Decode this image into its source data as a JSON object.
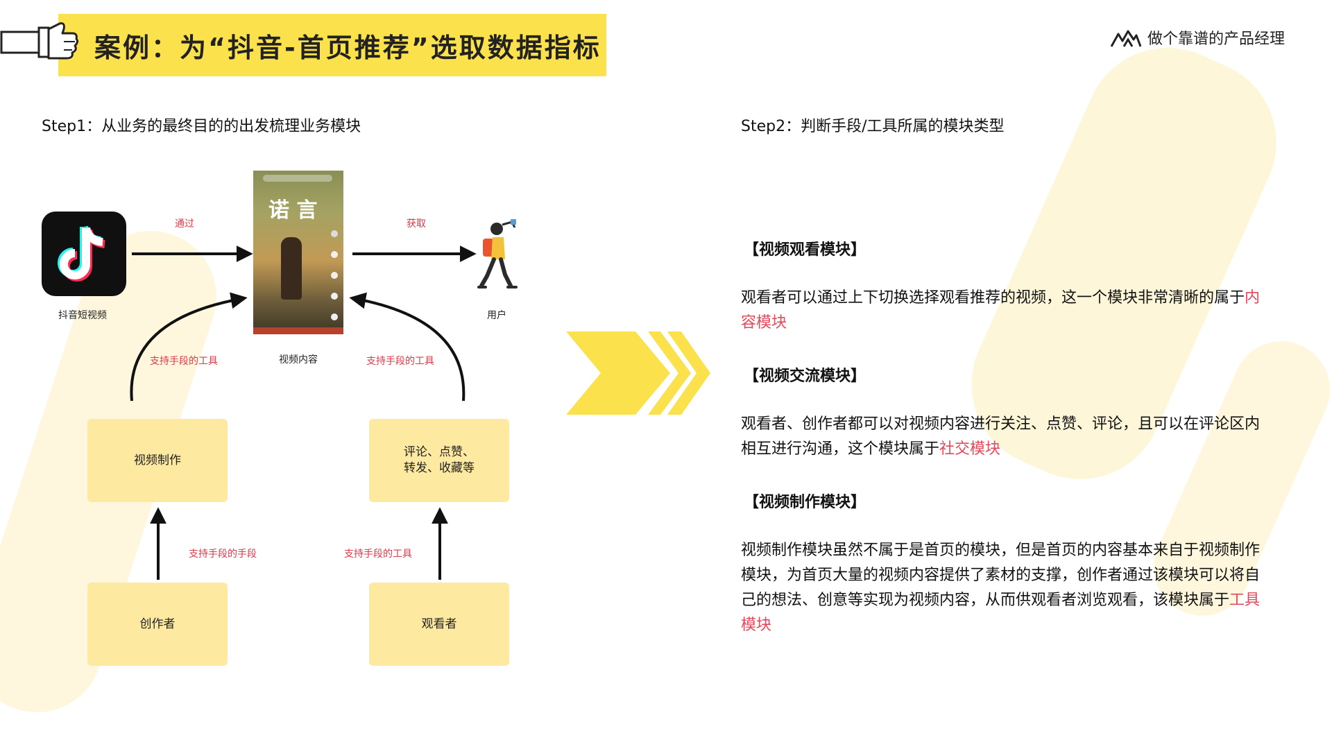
{
  "header": {
    "title": "案例：为“抖音-首页推荐”选取数据指标",
    "brand": "做个靠谱的产品经理"
  },
  "steps": {
    "step1": "Step1：从业务的最终目的的出发梳理业务模块",
    "step2": "Step2：判断手段/工具所属的模块类型"
  },
  "diagram": {
    "app_caption": "抖音短视频",
    "content_caption": "视频内容",
    "user_caption": "用户",
    "edge_via": "通过",
    "edge_get": "获取",
    "edge_left_arc": "支持手段的工具",
    "edge_right_arc": "支持手段的工具",
    "edge_left_up": "支持手段的手段",
    "edge_right_up": "支持手段的工具",
    "box_video_make": "视频制作",
    "box_interact_line1": "评论、点赞、",
    "box_interact_line2": "转发、收藏等",
    "box_creator": "创作者",
    "box_viewer": "观看者",
    "phone_title": "诺 言"
  },
  "right": {
    "sections": [
      {
        "heading": "【视频观看模块】",
        "text": "观看者可以通过上下切换选择观看推荐的视频，这一个模块非常清晰的属于",
        "highlight": "内容模块"
      },
      {
        "heading": "【视频交流模块】",
        "text": "观看者、创作者都可以对视频内容进行关注、点赞、评论，且可以在评论区内相互进行沟通，这个模块属于",
        "highlight": "社交模块"
      },
      {
        "heading": "【视频制作模块】",
        "text": "视频制作模块虽然不属于是首页的模块，但是首页的内容基本来自于视频制作模块，为首页大量的视频内容提供了素材的支撑，创作者通过该模块可以将自己的想法、创意等实现为视频内容，从而供观看者浏览观看，该模块属于",
        "highlight": "工具模块"
      }
    ]
  },
  "colors": {
    "accent_yellow": "#fbe24d",
    "box_fill": "#fde9a0",
    "highlight_red": "#e5475a"
  }
}
